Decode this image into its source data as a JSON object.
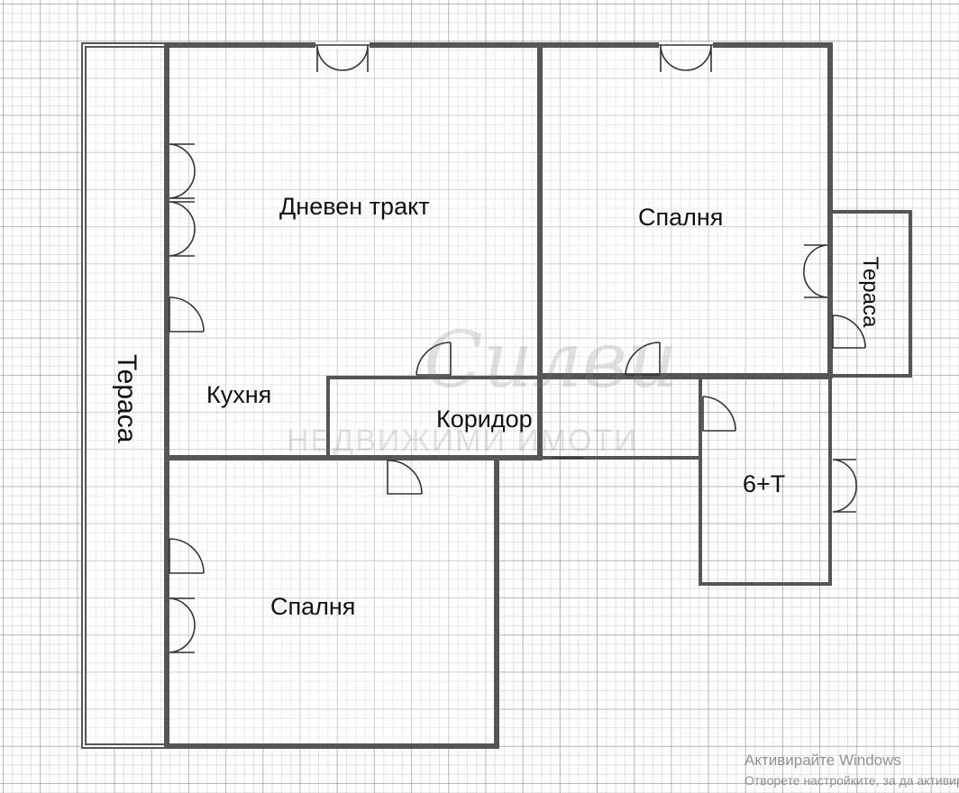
{
  "rooms": {
    "terrace_left": "Тераса",
    "living_area": "Дневен тракт",
    "kitchen": "Кухня",
    "corridor": "Коридор",
    "bedroom_top": "Спалня",
    "terrace_right": "Тераса",
    "bathroom": "6+Т",
    "bedroom_bottom": "Спалня"
  },
  "watermark": {
    "logo": "Силви",
    "subtitle": "НЕДВИЖИМИ ИМОТИ"
  },
  "windows_notice": {
    "title": "Активирайте Windows",
    "subtitle": "Отворете настройките, за да активирате"
  }
}
